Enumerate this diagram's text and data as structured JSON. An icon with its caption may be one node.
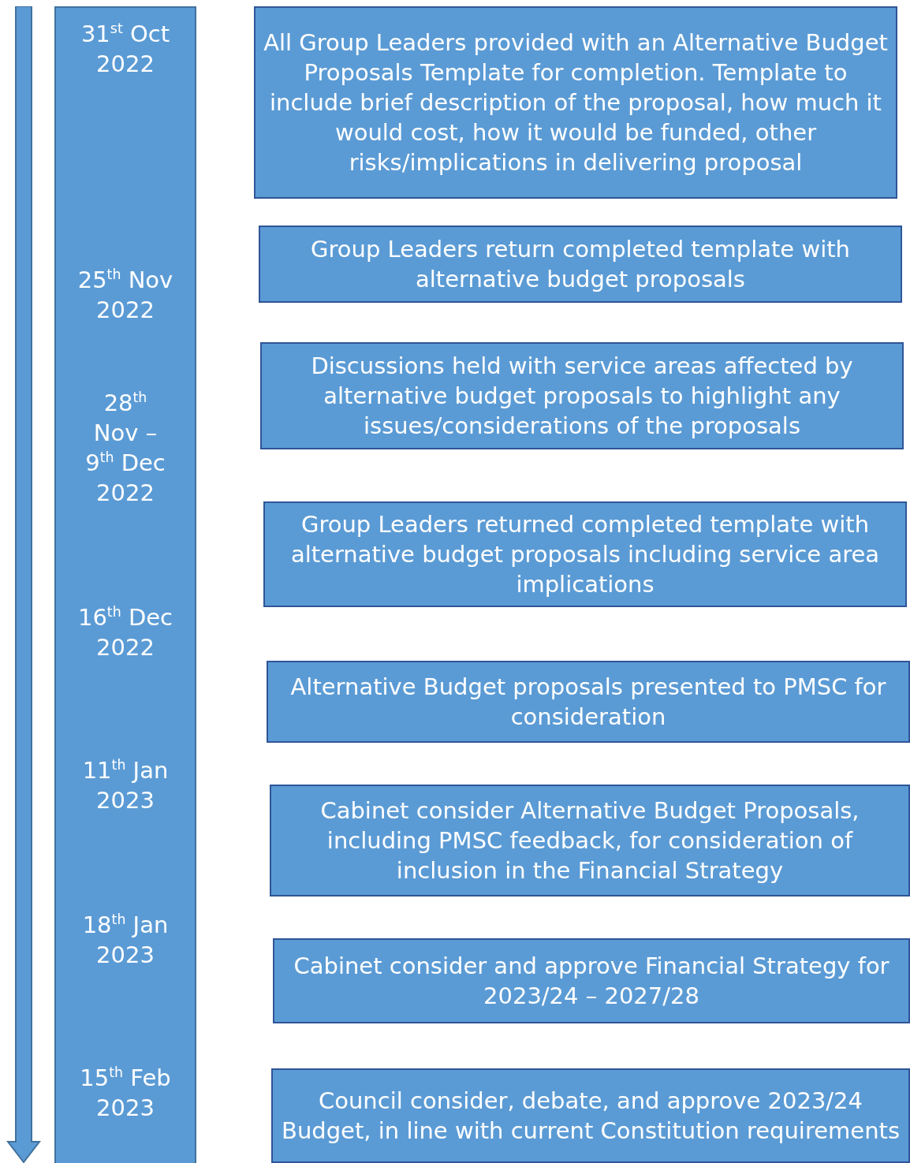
{
  "diagram": {
    "nodes": [
      {
        "text": [
          "31$^{st}$ Oct 2022",
          "25$^{th}$ Nov 2022",
          "28$^{th}$ Nov – 9$^{th}$ Dec 2022",
          "16$^{th}$ Dec 2022",
          "11$^{th}$ Jan 2023",
          "18$^{th}$ Jan 2023",
          "15$^{th}$ Feb 2023"
        ]
      },
      {
        "text": [
          "All Group Leaders provided with an Alternative Budget Proposals Template for completion. Template to include brief description of the proposal, how much it would cost, how it would be funded, other risks/implications in delivering proposal"
        ]
      },
      {
        "text": [
          "Group Leaders return completed template with alternative budget proposals"
        ]
      },
      {
        "text": [
          "Discussions held with service areas affected by alternative budget proposals to highlight any issues/considerations of the proposals"
        ]
      },
      {
        "text": [
          "Group Leaders returned completed template with alternative budget proposals including service area implications"
        ]
      },
      {
        "text": [
          "Alternative Budget proposals presented to PMSC for consideration"
        ]
      },
      {
        "text": [
          "Cabinet consider Alternative Budget Proposals, including PMSC feedback, for consideration of inclusion in the Financial Strategy"
        ]
      },
      {
        "text": [
          "Cabinet consider and approve Financial Strategy for 2023/24 – 2027/28"
        ]
      },
      {
        "text": [
          "Council consider, debate, and approve 2023/24 Budget, in line with current Constitution requirements"
        ]
      }
    ],
    "edges": []
  }
}
